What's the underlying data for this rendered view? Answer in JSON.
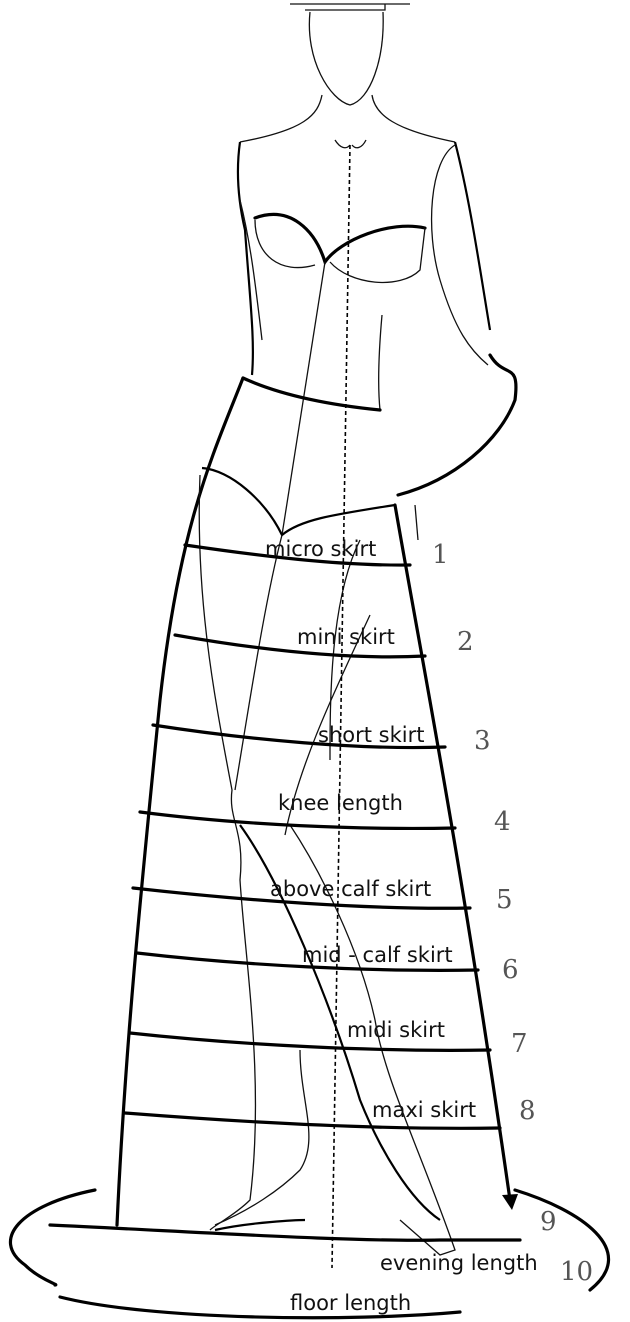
{
  "title": "Skirt length guide",
  "lengths": [
    {
      "number": "1",
      "label": "micro skirt"
    },
    {
      "number": "2",
      "label": "mini skirt"
    },
    {
      "number": "3",
      "label": "short skirt"
    },
    {
      "number": "4",
      "label": "knee length"
    },
    {
      "number": "5",
      "label": "above calf skirt"
    },
    {
      "number": "6",
      "label": "mid - calf skirt"
    },
    {
      "number": "7",
      "label": "midi skirt"
    },
    {
      "number": "8",
      "label": "maxi skirt"
    },
    {
      "number": "9",
      "label": ""
    },
    {
      "number": "10",
      "label": "evening length"
    }
  ],
  "floor_label": "floor length"
}
